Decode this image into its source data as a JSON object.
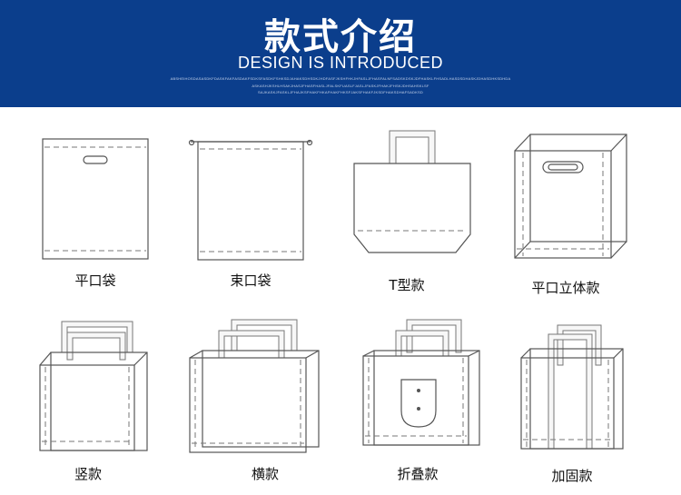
{
  "header": {
    "title_cn": "款式介绍",
    "title_en": "DESIGN IS INTRODUCED",
    "fine_print": [
      "ABSHEIHOSDASASDKFDASKFAKFASDAKFSDKSFASDKFSHKSDJAHAKSDHSDKJHDFASFJKSHFHKJHFASLJFHASFALNFSADSKDSKJDFHASKLFHSADLHASDSDHASKJDHASDHKSDHDA",
      "ASKASHJKSHLHSAKJHASJFHASFHASLJFALSKFUASLFJASLJFASKJFHAKJFHSKJDHSAHSKLSF",
      "SAJKASKJFASKLJFHAJKSFHAKFHKAFHAKFHKSFJAKSFHAKFJKSDFHAKSDHAFSADKSD"
    ],
    "bg_color": "#0b3e8c"
  },
  "bags": [
    {
      "name": "平口袋",
      "icon": "flat-bag-icon"
    },
    {
      "name": "束口袋",
      "icon": "drawstring-bag-icon"
    },
    {
      "name": "T型款",
      "icon": "t-shape-bag-icon"
    },
    {
      "name": "平口立体款",
      "icon": "flat-3d-bag-icon"
    },
    {
      "name": "竖款",
      "icon": "vertical-bag-icon"
    },
    {
      "name": "横款",
      "icon": "horizontal-bag-icon"
    },
    {
      "name": "折叠款",
      "icon": "folding-bag-icon"
    },
    {
      "name": "加固款",
      "icon": "reinforced-bag-icon"
    }
  ]
}
